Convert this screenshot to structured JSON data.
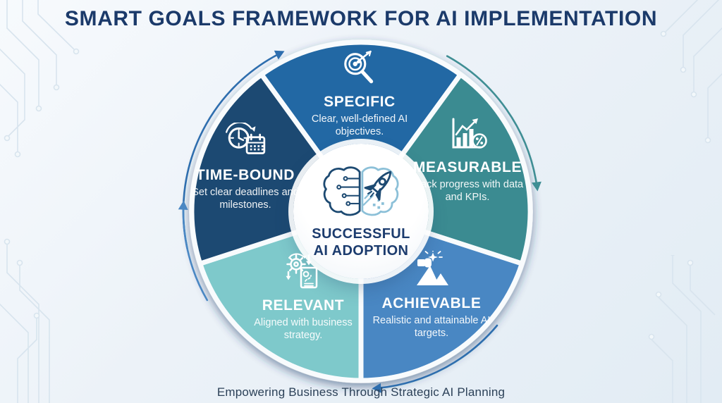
{
  "title": "SMART GOALS FRAMEWORK FOR AI IMPLEMENTATION",
  "footer": "Empowering Business Through Strategic AI Planning",
  "center": {
    "line1": "SUCCESSFUL",
    "line2": "AI ADOPTION",
    "icon": "brain-rocket-icon"
  },
  "colors": {
    "title_text": "#1b3a6a",
    "background": "#ecf2f8",
    "center_text": "#1c3c6e",
    "wedge_gap": "#f8fbfd",
    "arrow_blue": "#2e6eae",
    "arrow_teal": "#3f8e94",
    "arrow_light_blue": "#4a87c3",
    "circuit_trace": "#d8e4ee"
  },
  "segments": [
    {
      "label": "SPECIFIC",
      "desc": "Clear, well-defined AI objectives.",
      "color": "#2268a4",
      "icon": "target-magnifier-icon"
    },
    {
      "label": "MEASURABLE",
      "desc": "Track progress with data and KPIs.",
      "color": "#3b8b91",
      "icon": "bar-chart-percent-icon"
    },
    {
      "label": "ACHIEVABLE",
      "desc": "Realistic and attainable AI targets.",
      "color": "#4a87c3",
      "icon": "mountain-star-icon"
    },
    {
      "label": "RELEVANT",
      "desc": "Aligned with business strategy.",
      "color": "#7ec9cb",
      "icon": "gears-document-icon"
    },
    {
      "label": "TIME-BOUND",
      "desc": "Set clear deadlines and milestones.",
      "color": "#1d4a72",
      "icon": "clock-calendar-icon"
    }
  ]
}
